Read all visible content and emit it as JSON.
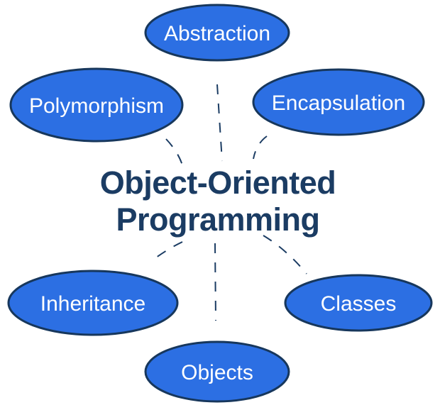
{
  "diagram": {
    "type": "concept-map",
    "center_label": "Object-Oriented Programming",
    "title": {
      "line1": "Object-Oriented",
      "line2": "Programming"
    },
    "nodes": [
      {
        "id": "abstraction",
        "label": "Abstraction",
        "position": "top"
      },
      {
        "id": "polymorphism",
        "label": "Polymorphism",
        "position": "upper-left"
      },
      {
        "id": "encapsulation",
        "label": "Encapsulation",
        "position": "upper-right"
      },
      {
        "id": "inheritance",
        "label": "Inheritance",
        "position": "lower-left"
      },
      {
        "id": "classes",
        "label": "Classes",
        "position": "lower-right"
      },
      {
        "id": "objects",
        "label": "Objects",
        "position": "bottom"
      }
    ],
    "connectors": [
      {
        "from": "center",
        "to": "abstraction",
        "style": "dashed"
      },
      {
        "from": "center",
        "to": "polymorphism",
        "style": "dashed"
      },
      {
        "from": "center",
        "to": "encapsulation",
        "style": "dashed"
      },
      {
        "from": "center",
        "to": "inheritance",
        "style": "dashed"
      },
      {
        "from": "center",
        "to": "objects",
        "style": "dashed"
      },
      {
        "from": "center",
        "to": "classes",
        "style": "dashed"
      }
    ],
    "colors": {
      "node_fill": "#2c6fe3",
      "node_stroke": "#17375c",
      "node_text": "#ffffff",
      "title_text": "#1b3c63",
      "connector": "#1b3c63",
      "background": "#ffffff"
    }
  }
}
